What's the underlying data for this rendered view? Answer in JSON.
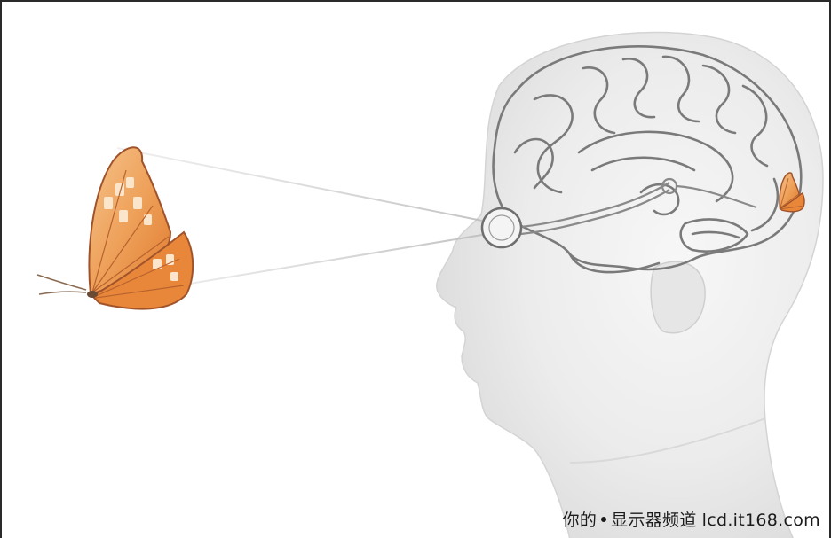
{
  "watermark": {
    "brand_left": "你的",
    "brand_right": "显示器频道",
    "site": "lcd.it168.com"
  },
  "colors": {
    "wing_orange": "#e8873a",
    "wing_light": "#f6c690",
    "head_fill": "#ececec",
    "brain_outline": "#7a7a7a",
    "frame": "#2a2a2a"
  },
  "icons": [
    "butterfly-icon",
    "eye-lens-icon",
    "brain-icon",
    "butterfly-image-icon"
  ]
}
